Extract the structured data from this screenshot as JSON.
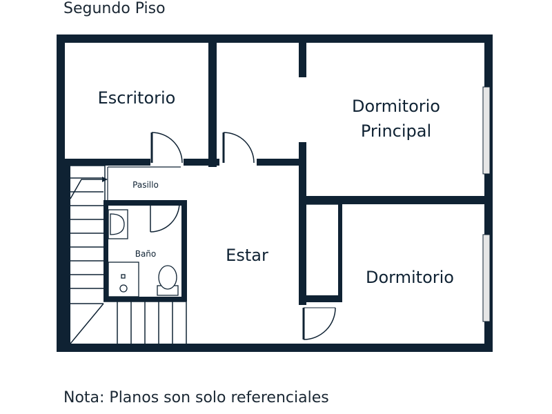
{
  "title": "Segundo Piso",
  "note": "Nota: Planos son solo referenciales",
  "rooms": {
    "escritorio": "Escritorio",
    "dormitorio_principal_line1": "Dormitorio",
    "dormitorio_principal_line2": "Principal",
    "pasillo": "Pasillo",
    "bano": "Baño",
    "estar": "Estar",
    "dormitorio": "Dormitorio"
  },
  "colors": {
    "wall": "#0f2233",
    "window": "#e6e6e6",
    "background": "#ffffff"
  }
}
